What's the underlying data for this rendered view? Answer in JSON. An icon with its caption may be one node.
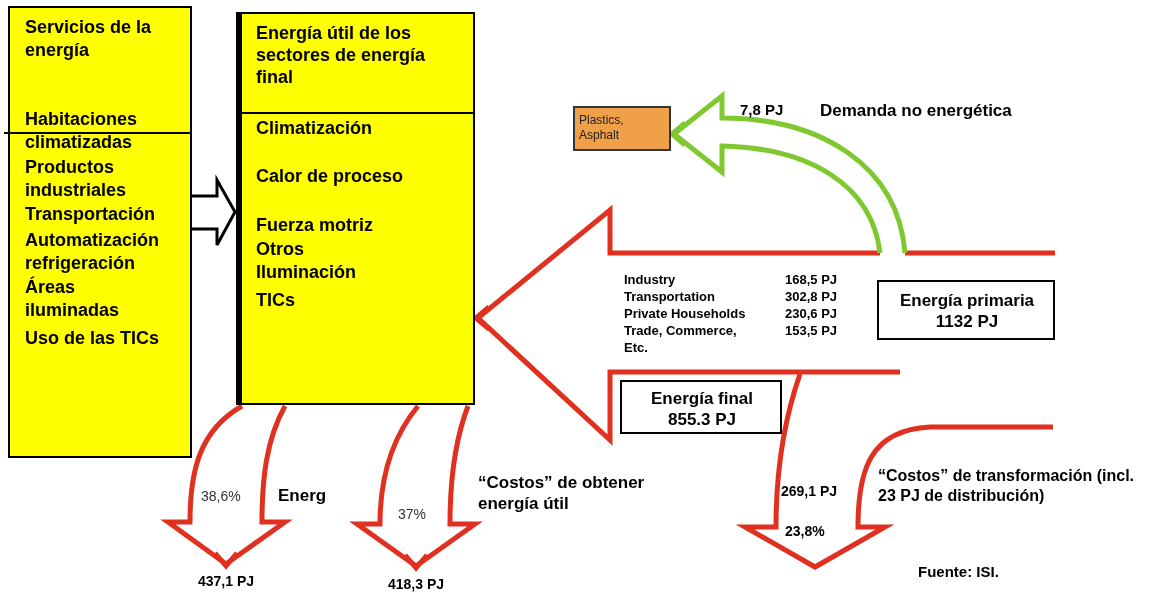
{
  "diagram": {
    "nodes": [
      {
        "text": [
          "Servicios de la energía",
          "Habitaciones climatizadas",
          "Productos industriales",
          "Transportación",
          "Automatización refrigeración",
          "Áreas iluminadas",
          "Uso de las TICs"
        ]
      },
      {
        "text": [
          "Energía útil de los sectores de energía final",
          "Climatización",
          "Calor de proceso",
          "Fuerza motriz",
          "Otros",
          "Iluminación",
          "TICs"
        ]
      },
      {
        "text": [
          "Plastics, Asphalt"
        ]
      },
      {
        "text": [
          "Energía primaria 1132 PJ"
        ]
      },
      {
        "text": [
          "Energía final 855.3 PJ"
        ]
      },
      {
        "text": [
          "437,1 PJ"
        ]
      },
      {
        "text": [
          "418,3 PJ"
        ]
      }
    ],
    "edges": [
      {
        "from": 0,
        "to": 1,
        "arrow": "to",
        "color": "#000000"
      },
      {
        "from": null,
        "to": 1,
        "arrow": "to"
      },
      {
        "from": null,
        "to": 2,
        "arrow": "to",
        "color": "#80c830"
      },
      {
        "from": 1,
        "to": 5,
        "arrow": "to"
      },
      {
        "from": 1,
        "to": 6,
        "arrow": "to"
      }
    ],
    "labels": [
      "7,8 PJ",
      "Demanda no energética",
      "Industry",
      "168,5 PJ",
      "Transportation",
      "302,8 PJ",
      "Private Households",
      "230,6 PJ",
      "Trade, Commerce, Etc.",
      "153,5 PJ",
      "Energ",
      "“Costos” de obtener energía útil",
      "38,6%",
      "37%",
      "269,1 PJ",
      "23,8%",
      "“Costos” de transformación (incl. 23 PJ de distribución)",
      "Fuente: ISI."
    ]
  }
}
